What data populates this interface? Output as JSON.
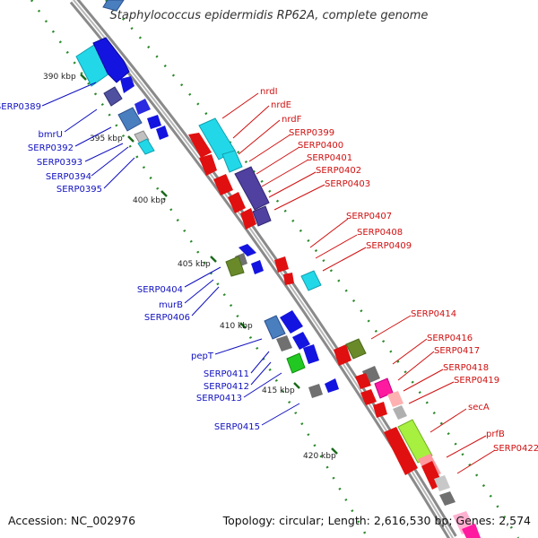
{
  "title": "Staphylococcus epidermidis RP62A, complete genome",
  "accession": "Accession: NC_002976",
  "topology": "Topology: circular; Length: 2,616,530 bp; Genes: 2,574",
  "ticks": [
    "390 kbp",
    "395 kbp",
    "400 kbp",
    "405 kbp",
    "410 kbp",
    "415 kbp",
    "420 kbp"
  ],
  "left_labels": [
    "SERP0389",
    "bmrU",
    "SERP0392",
    "SERP0393",
    "SERP0394",
    "SERP0395",
    "SERP0404",
    "murB",
    "SERP0406",
    "pepT",
    "SERP0411",
    "SERP0412",
    "SERP0413",
    "SERP0415"
  ],
  "right_labels": [
    "nrdI",
    "nrdE",
    "nrdF",
    "SERP0399",
    "SERP0400",
    "SERP0401",
    "SERP0402",
    "SERP0403",
    "SERP0407",
    "SERP0408",
    "SERP0409",
    "SERP0414",
    "SERP0416",
    "SERP0417",
    "SERP0418",
    "SERP0419",
    "secA",
    "prfB",
    "SERP0422"
  ],
  "colors": {
    "forward_label": "#1010c0",
    "reverse_label": "#d01010",
    "backbone": "#8a8a8a",
    "tick_dots": "#2a8a2a"
  }
}
